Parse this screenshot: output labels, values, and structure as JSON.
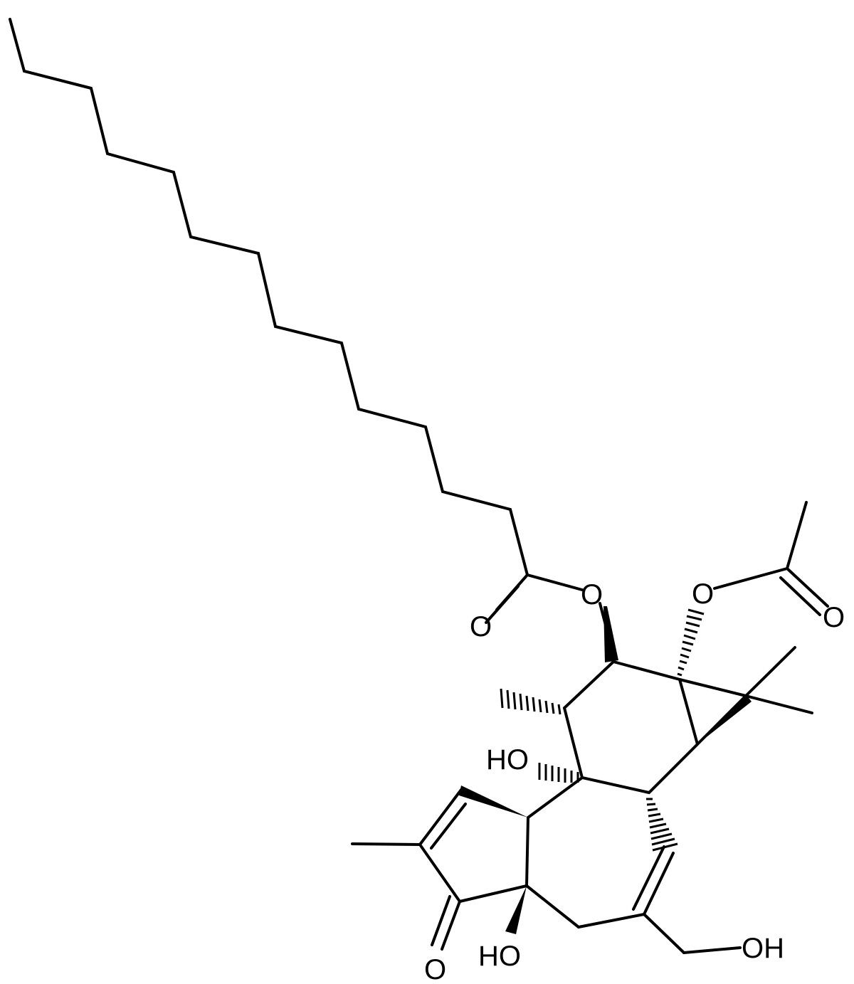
{
  "molecule": {
    "atoms": {
      "o_ester_carbonyl": "O",
      "o_ester_link": "O",
      "o_acetyl_link": "O",
      "o_acetyl_carbonyl": "O",
      "oh_c9": "HO",
      "oh_c4": "HO",
      "o_ketone": "O",
      "oh_c20": "OH"
    }
  }
}
